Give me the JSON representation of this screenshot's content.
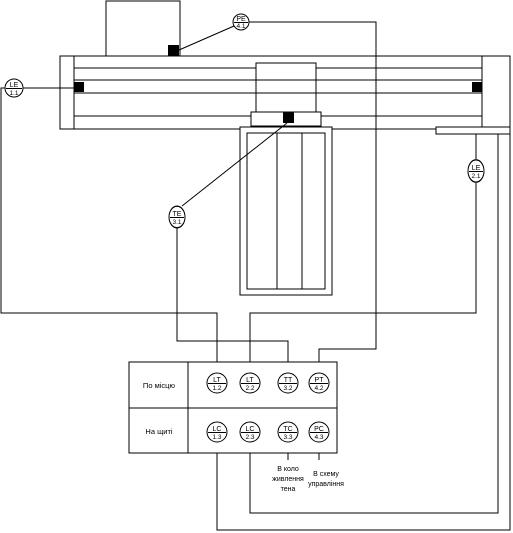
{
  "instruments": {
    "pe41": {
      "tag": "PE",
      "num": "4.1"
    },
    "le11": {
      "tag": "LE",
      "num": "1.1"
    },
    "te31": {
      "tag": "TE",
      "num": "3.1"
    },
    "le21": {
      "tag": "LE",
      "num": "2.1"
    },
    "lt12": {
      "tag": "LT",
      "num": "1.2"
    },
    "lt22": {
      "tag": "LT",
      "num": "2.2"
    },
    "tt32": {
      "tag": "TT",
      "num": "3.2"
    },
    "pt42": {
      "tag": "PT",
      "num": "4.2"
    },
    "lc13": {
      "tag": "LC",
      "num": "1.3"
    },
    "lc23": {
      "tag": "LC",
      "num": "2.3"
    },
    "tc33": {
      "tag": "TC",
      "num": "3.3"
    },
    "pc43": {
      "tag": "PC",
      "num": "4.3"
    }
  },
  "rows": {
    "local": "По місцю",
    "board": "На щиті"
  },
  "outputs": {
    "heater": [
      "В коло",
      "живлення",
      "тена"
    ],
    "control": [
      "В схему",
      "управління"
    ]
  }
}
